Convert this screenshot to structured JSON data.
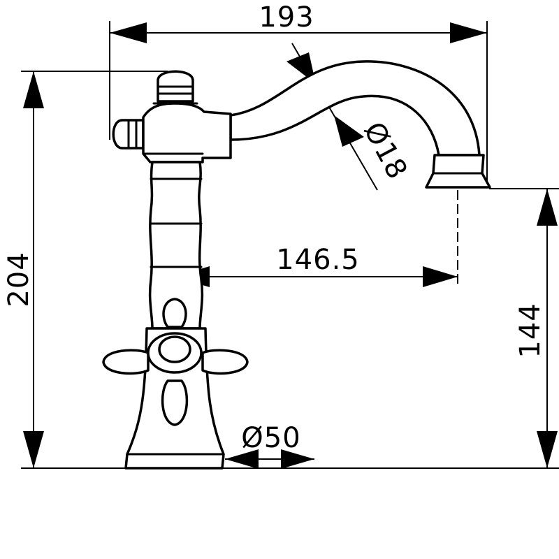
{
  "dimensions": {
    "overall_width": "193",
    "overall_height": "204",
    "spout_reach": "146.5",
    "spout_height": "144",
    "spout_diameter": "Ø18",
    "base_diameter": "Ø50"
  },
  "colors": {
    "line": "#000000",
    "background": "#ffffff"
  }
}
